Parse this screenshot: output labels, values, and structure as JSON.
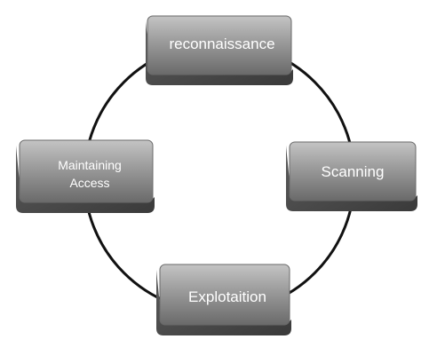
{
  "diagram": {
    "type": "cycle",
    "colors": {
      "box_fill_top": "#b8b8b8",
      "box_fill_bottom": "#6e6e6e",
      "box_stroke": "#5a5a5a",
      "shadow": "#4a4a4a",
      "ring": "#111111",
      "text": "#ffffff"
    },
    "nodes": [
      {
        "id": "recon",
        "lines": [
          "reconnaissance"
        ]
      },
      {
        "id": "scanning",
        "lines": [
          "Scanning"
        ]
      },
      {
        "id": "exploitation",
        "lines": [
          "Explotaition"
        ]
      },
      {
        "id": "maintaining",
        "lines": [
          "Maintaining",
          "Access"
        ]
      }
    ]
  }
}
